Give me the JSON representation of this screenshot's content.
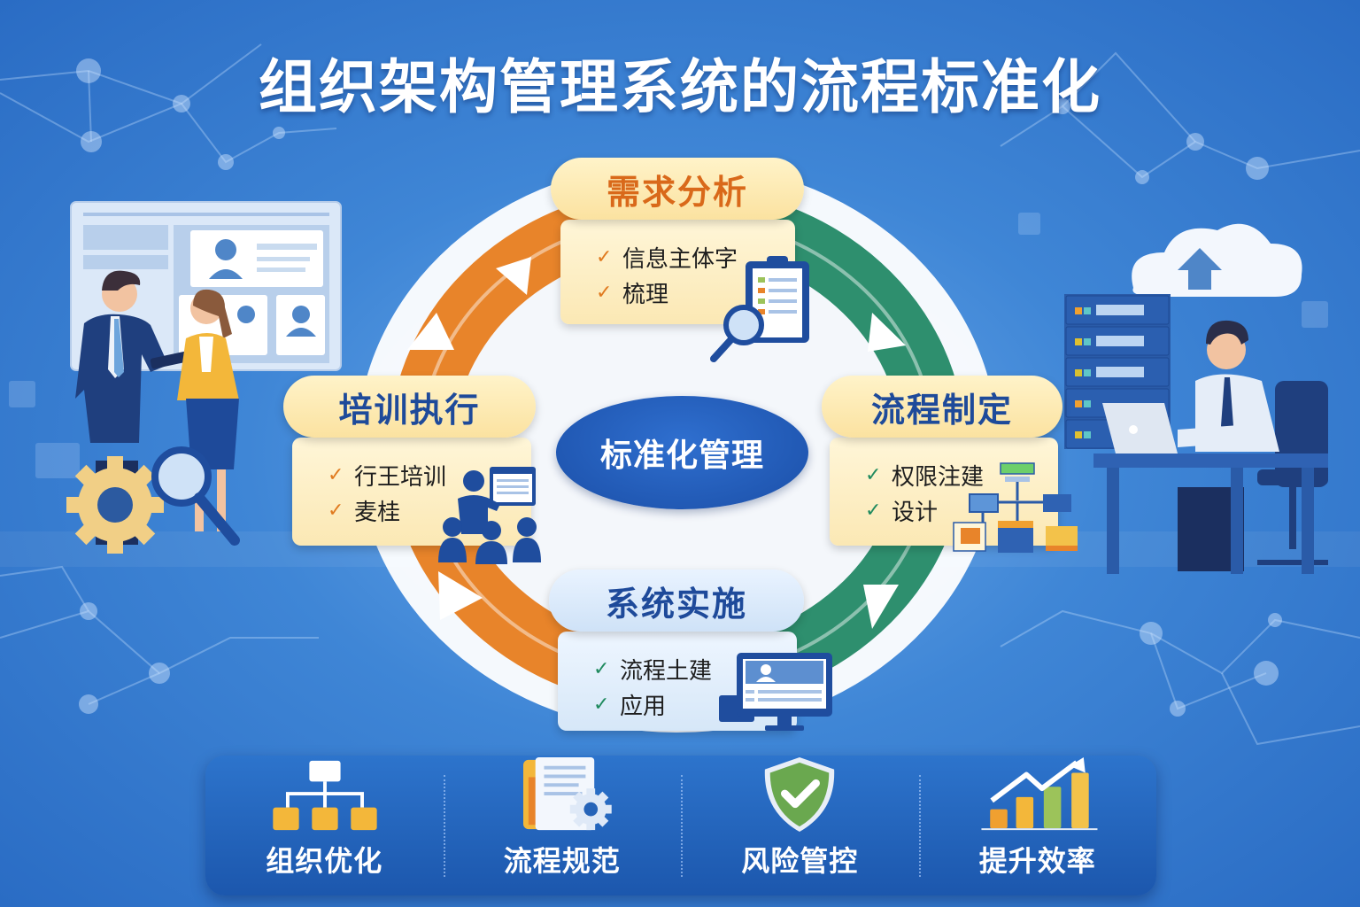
{
  "title": "组织架构管理系统的流程标准化",
  "center": {
    "label": "标准化管理"
  },
  "colors": {
    "background": "#3f86d6",
    "orange_arc": "#e8842a",
    "green_arc": "#2e8f6e",
    "stage_head_bg": "#fbe2a0",
    "stage_title_blue": "#1e4a9a",
    "stage_title_orange": "#d9691a",
    "center_blue": "#1b4fa8",
    "bottom_bar": "#1c57ad"
  },
  "stages": [
    {
      "position": "top",
      "title": "需求分析",
      "title_color": "#d9691a",
      "check_color": "orange",
      "items": [
        "信息主体字",
        "梳理"
      ],
      "icon": "clipboard-magnifier-icon"
    },
    {
      "position": "right",
      "title": "流程制定",
      "title_color": "#1e4a9a",
      "check_color": "green",
      "items": [
        "权限注建",
        "设计"
      ],
      "icon": "org-chart-icon"
    },
    {
      "position": "bottom",
      "title": "系统实施",
      "title_color": "#1e4a9a",
      "check_color": "green",
      "items": [
        "流程土建",
        "应用"
      ],
      "icon": "monitor-profile-icon"
    },
    {
      "position": "left",
      "title": "培训执行",
      "title_color": "#1e4a9a",
      "check_color": "orange",
      "items": [
        "行王培训",
        "麦桂"
      ],
      "icon": "presentation-audience-icon"
    }
  ],
  "bottom_features": [
    {
      "label": "组织优化",
      "icon": "hierarchy-icon"
    },
    {
      "label": "流程规范",
      "icon": "document-gear-icon"
    },
    {
      "label": "风险管控",
      "icon": "shield-check-icon"
    },
    {
      "label": "提升效率",
      "icon": "growth-chart-icon"
    }
  ],
  "illustrations": {
    "left": "business-people-dashboard-illustration",
    "right": "server-cloud-worker-illustration"
  }
}
